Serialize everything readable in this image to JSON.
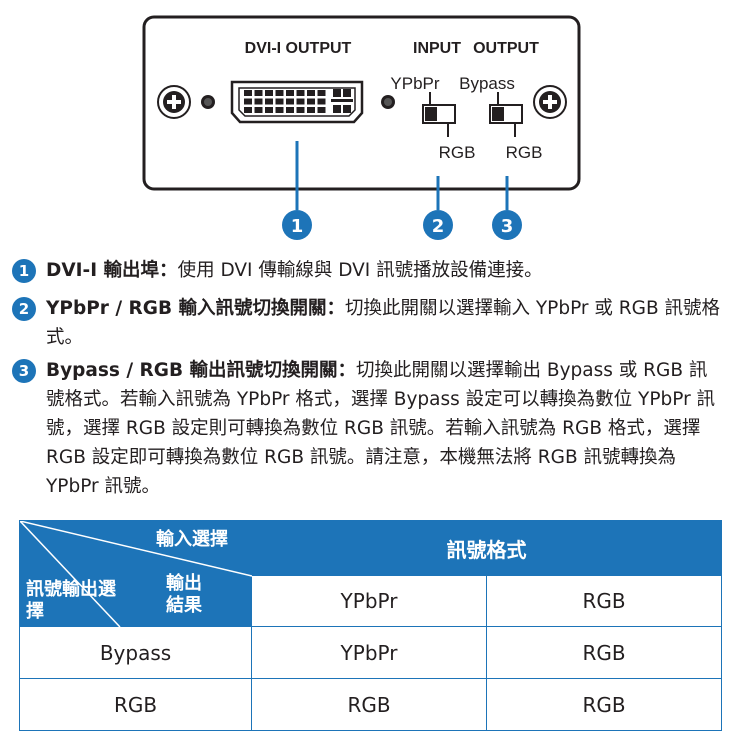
{
  "panel": {
    "dvi_output_label": "DVI-I OUTPUT",
    "input_label": "INPUT",
    "output_label": "OUTPUT",
    "ypbpr_label": "YPbPr",
    "bypass_label": "Bypass",
    "rgb_input_label": "RGB",
    "rgb_output_label": "RGB",
    "callouts": [
      "1",
      "2",
      "3"
    ]
  },
  "descriptions": [
    {
      "num": "1",
      "title": "DVI-I 輸出埠：",
      "body": "使用 DVI 傳輸線與 DVI 訊號播放設備連接。"
    },
    {
      "num": "2",
      "title": "YPbPr / RGB 輸入訊號切換開關：",
      "body": "切換此開關以選擇輸入 YPbPr 或 RGB 訊號格式。"
    },
    {
      "num": "3",
      "title": "Bypass / RGB 輸出訊號切換開關：",
      "body": "切換此開關以選擇輸出 Bypass 或 RGB 訊號格式。若輸入訊號為 YPbPr 格式，選擇 Bypass 設定可以轉換為數位 YPbPr 訊號，選擇 RGB 設定則可轉換為數位 RGB 訊號。若輸入訊號為 RGB 格式，選擇 RGB 設定即可轉換為數位 RGB 訊號。請注意，本機無法將 RGB 訊號轉換為 YPbPr 訊號。"
    }
  ],
  "table": {
    "corner_top": "輸入選擇",
    "corner_right": "輸出結果",
    "corner_left": "訊號輸出選擇",
    "header": "訊號格式",
    "header_row": [
      "YPbPr",
      "RGB"
    ],
    "rows": [
      {
        "label": "Bypass",
        "cells": [
          "YPbPr",
          "RGB"
        ]
      },
      {
        "label": "RGB",
        "cells": [
          "RGB",
          "RGB"
        ]
      }
    ]
  },
  "colors": {
    "accent": "#1d74b8",
    "text": "#231f20"
  }
}
